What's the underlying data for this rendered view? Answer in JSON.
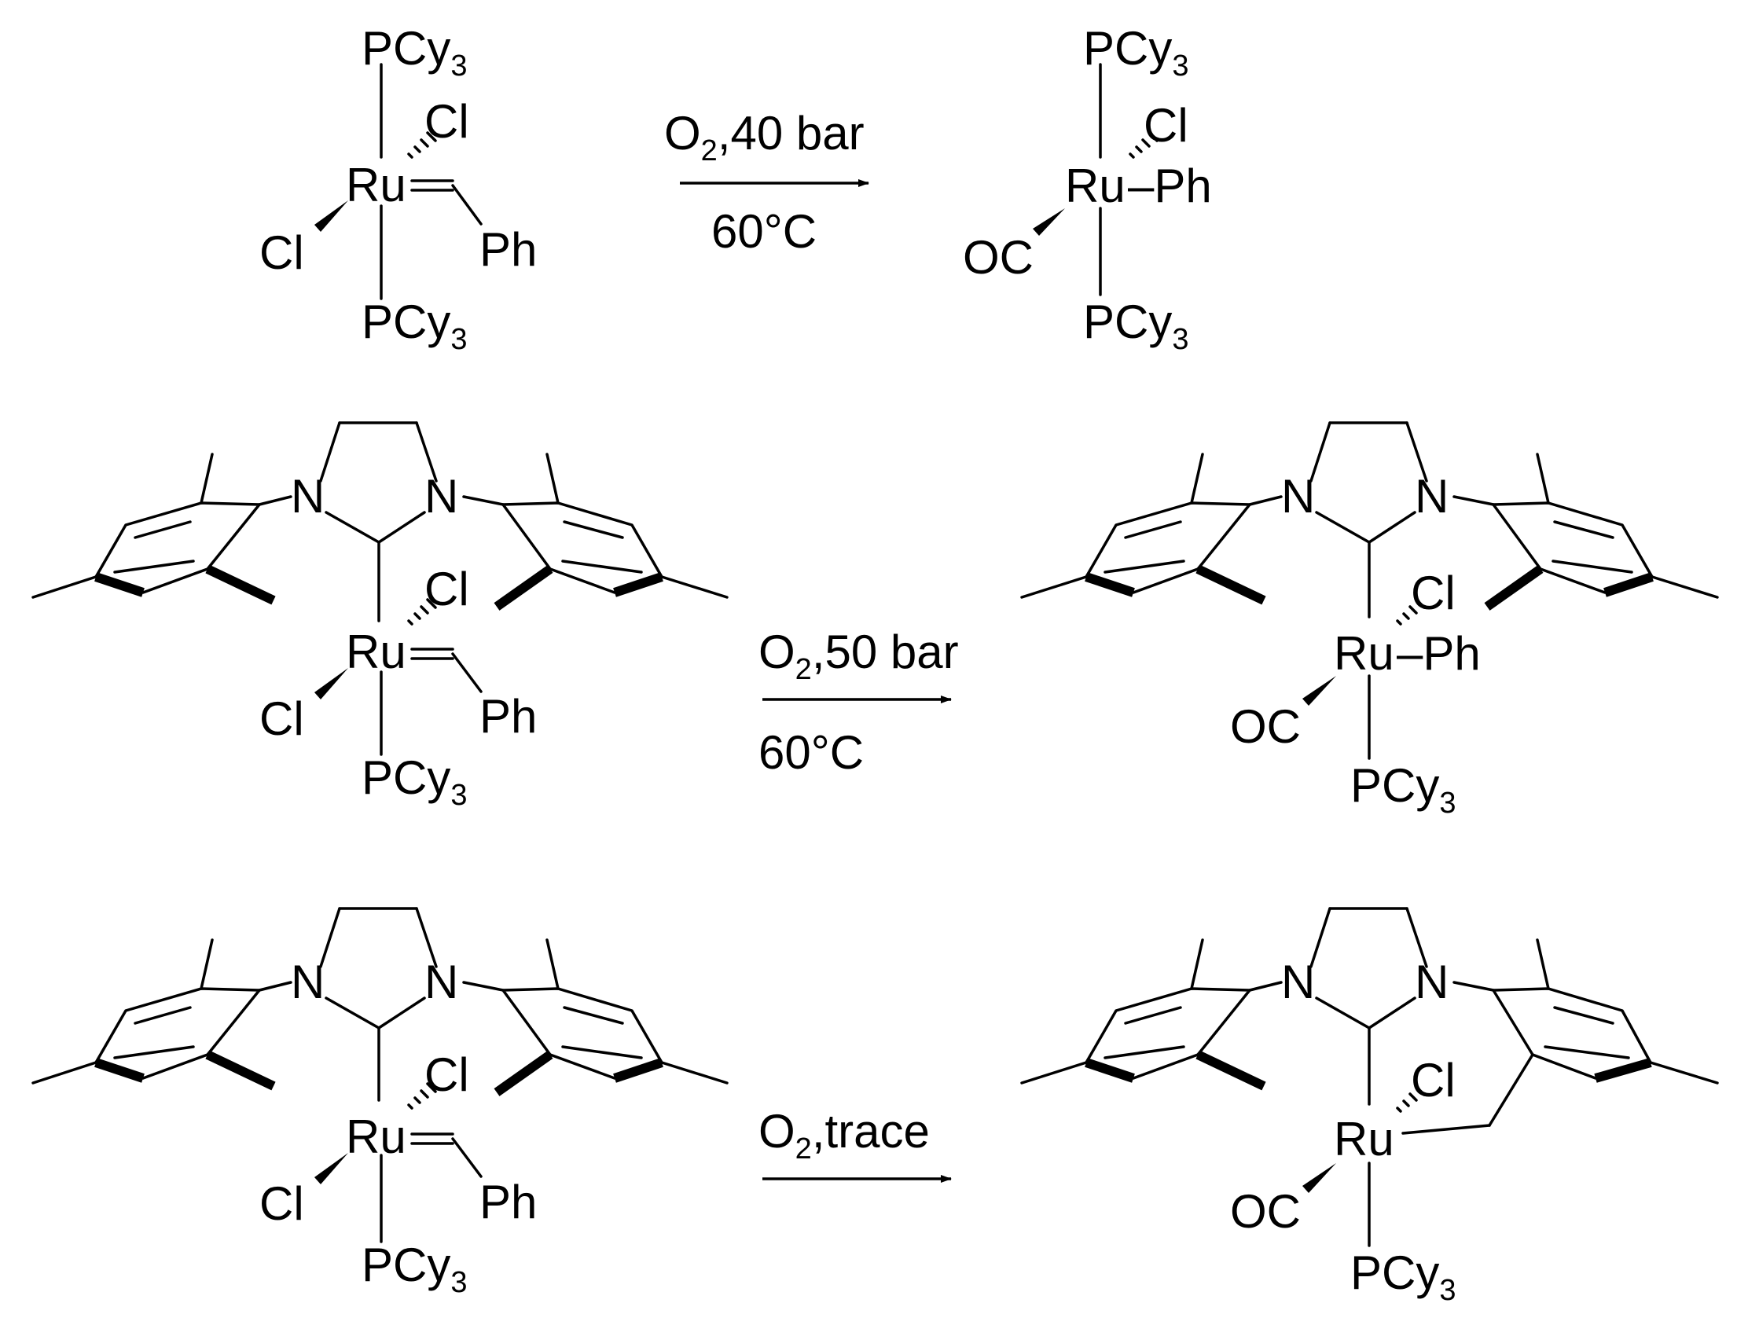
{
  "labels": {
    "pcy3": "PCy",
    "pcy3_sub": "3",
    "cl": "Cl",
    "ru": "Ru",
    "ph": "Ph",
    "dash_ph": "–Ph",
    "oc": "OC",
    "n": "N",
    "o": "O",
    "o_sub": "2"
  },
  "reactions": [
    {
      "above": ",40 bar",
      "below": "60°C"
    },
    {
      "above": ",50 bar",
      "below": "60°C"
    },
    {
      "above": ",trace",
      "below": ""
    }
  ]
}
